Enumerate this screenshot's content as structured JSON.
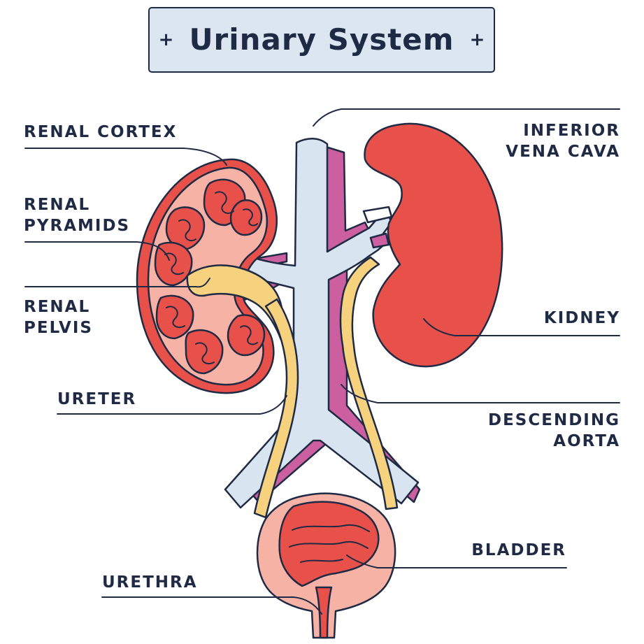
{
  "title": "Urinary System",
  "title_decoration": "+",
  "labels": {
    "renal_cortex": "RENAL CORTEX",
    "renal_pyramids": "RENAL\nPYRAMIDS",
    "renal_pelvis": "RENAL\nPELVIS",
    "ureter": "URETER",
    "urethra": "URETHRA",
    "inferior_vena_cava": "INFERIOR\nVENA CAVA",
    "kidney": "KIDNEY",
    "descending_aorta": "DESCENDING\nAORTA",
    "bladder": "BLADDER"
  },
  "colors": {
    "outline": "#1f2a44",
    "title_bg": "#dbe6f1",
    "vein": "#d8e4ef",
    "artery": "#cc5fa0",
    "kidney_red": "#e8504a",
    "cortex_pink": "#f6b2a5",
    "ureter_yellow": "#f6d27e"
  }
}
